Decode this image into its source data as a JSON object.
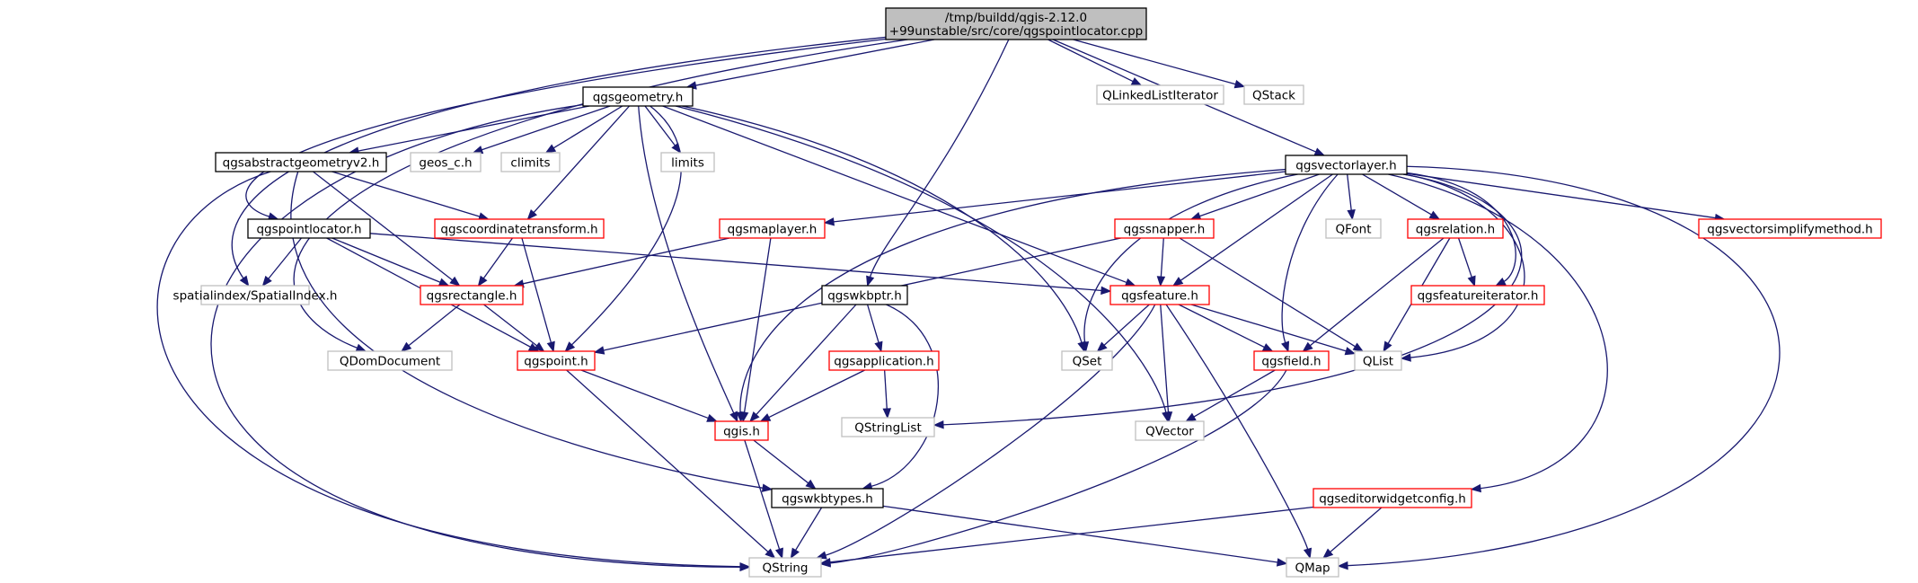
{
  "colors": {
    "root_fill": "#bfbfbf",
    "root_border": "#000000",
    "documented_border": "#000000",
    "incomplete_border": "#ff0000",
    "external_border": "#bfbfbf",
    "edge": "#191970"
  },
  "nodes": {
    "root": {
      "lines": [
        "/tmp/buildd/qgis-2.12.0",
        "+99unstable/src/core/qgspointlocator.cpp"
      ],
      "kind": "root"
    },
    "qgsgeometry": {
      "lines": [
        "qgsgeometry.h"
      ],
      "kind": "documented"
    },
    "qlinkedlistiterator": {
      "lines": [
        "QLinkedListIterator"
      ],
      "kind": "external"
    },
    "qstack": {
      "lines": [
        "QStack"
      ],
      "kind": "external"
    },
    "qgsvectorlayer": {
      "lines": [
        "qgsvectorlayer.h"
      ],
      "kind": "documented"
    },
    "qgsabstractgeometryv2": {
      "lines": [
        "qgsabstractgeometryv2.h"
      ],
      "kind": "documented"
    },
    "geos_c": {
      "lines": [
        "geos_c.h"
      ],
      "kind": "external"
    },
    "climits": {
      "lines": [
        "climits"
      ],
      "kind": "external"
    },
    "limits": {
      "lines": [
        "limits"
      ],
      "kind": "external"
    },
    "qgspointlocator": {
      "lines": [
        "qgspointlocator.h"
      ],
      "kind": "documented"
    },
    "qgscoordinatetransform": {
      "lines": [
        "qgscoordinatetransform.h"
      ],
      "kind": "incomplete"
    },
    "qgsmaplayer": {
      "lines": [
        "qgsmaplayer.h"
      ],
      "kind": "incomplete"
    },
    "qgssnapper": {
      "lines": [
        "qgssnapper.h"
      ],
      "kind": "incomplete"
    },
    "qfont": {
      "lines": [
        "QFont"
      ],
      "kind": "external"
    },
    "qgsrelation": {
      "lines": [
        "qgsrelation.h"
      ],
      "kind": "incomplete"
    },
    "qgsvectorsimplifymethod": {
      "lines": [
        "qgsvectorsimplifymethod.h"
      ],
      "kind": "incomplete"
    },
    "spatialindex": {
      "lines": [
        "spatialindex/SpatialIndex.h"
      ],
      "kind": "external"
    },
    "qgsrectangle": {
      "lines": [
        "qgsrectangle.h"
      ],
      "kind": "incomplete"
    },
    "qgswkbptr": {
      "lines": [
        "qgswkbptr.h"
      ],
      "kind": "documented"
    },
    "qgsfeature": {
      "lines": [
        "qgsfeature.h"
      ],
      "kind": "incomplete"
    },
    "qgsfeatureiterator": {
      "lines": [
        "qgsfeatureiterator.h"
      ],
      "kind": "incomplete"
    },
    "qdomdocument": {
      "lines": [
        "QDomDocument"
      ],
      "kind": "external"
    },
    "qgspoint": {
      "lines": [
        "qgspoint.h"
      ],
      "kind": "incomplete"
    },
    "qgsapplication": {
      "lines": [
        "qgsapplication.h"
      ],
      "kind": "incomplete"
    },
    "qset": {
      "lines": [
        "QSet"
      ],
      "kind": "external"
    },
    "qgsfield": {
      "lines": [
        "qgsfield.h"
      ],
      "kind": "incomplete"
    },
    "qlist": {
      "lines": [
        "QList"
      ],
      "kind": "external"
    },
    "qstringlist": {
      "lines": [
        "QStringList"
      ],
      "kind": "external"
    },
    "qgis": {
      "lines": [
        "qgis.h"
      ],
      "kind": "incomplete"
    },
    "qvector": {
      "lines": [
        "QVector"
      ],
      "kind": "external"
    },
    "qgswkbtypes": {
      "lines": [
        "qgswkbtypes.h"
      ],
      "kind": "documented"
    },
    "qgseditorwidgetconfig": {
      "lines": [
        "qgseditorwidgetconfig.h"
      ],
      "kind": "incomplete"
    },
    "qstring": {
      "lines": [
        "QString"
      ],
      "kind": "external"
    },
    "qmap": {
      "lines": [
        "QMap"
      ],
      "kind": "external"
    }
  },
  "edges": [
    [
      "root",
      "qgsgeometry"
    ],
    [
      "root",
      "qlinkedlistiterator"
    ],
    [
      "root",
      "qstack"
    ],
    [
      "root",
      "qgsvectorlayer"
    ],
    [
      "root",
      "qgspointlocator"
    ],
    [
      "root",
      "spatialindex"
    ],
    [
      "root",
      "qgswkbptr"
    ],
    [
      "root",
      "qdomdocument"
    ],
    [
      "qgsgeometry",
      "qgsabstractgeometryv2"
    ],
    [
      "qgsgeometry",
      "geos_c"
    ],
    [
      "qgsgeometry",
      "climits"
    ],
    [
      "qgsgeometry",
      "limits"
    ],
    [
      "qgsgeometry",
      "qgscoordinatetransform"
    ],
    [
      "qgsgeometry",
      "qgspoint"
    ],
    [
      "qgsgeometry",
      "qgis"
    ],
    [
      "qgsgeometry",
      "qgsfeature"
    ],
    [
      "qgsgeometry",
      "qset"
    ],
    [
      "qgsgeometry",
      "qvector"
    ],
    [
      "qgsgeometry",
      "qstring"
    ],
    [
      "qgsabstractgeometryv2",
      "qgscoordinatetransform"
    ],
    [
      "qgsabstractgeometryv2",
      "qgsrectangle"
    ],
    [
      "qgsabstractgeometryv2",
      "qgswkbtypes"
    ],
    [
      "qgsabstractgeometryv2",
      "qstring"
    ],
    [
      "qgspointlocator",
      "spatialindex"
    ],
    [
      "qgspointlocator",
      "qgsrectangle"
    ],
    [
      "qgspointlocator",
      "qgspoint"
    ],
    [
      "qgspointlocator",
      "qgsfeature"
    ],
    [
      "qgscoordinatetransform",
      "qgsrectangle"
    ],
    [
      "qgscoordinatetransform",
      "qgspoint"
    ],
    [
      "qgsrectangle",
      "qdomdocument"
    ],
    [
      "qgsrectangle",
      "qgspoint"
    ],
    [
      "qgspoint",
      "qgis"
    ],
    [
      "qgspoint",
      "qstring"
    ],
    [
      "qgsvectorlayer",
      "qgsmaplayer"
    ],
    [
      "qgsvectorlayer",
      "qgssnapper"
    ],
    [
      "qgsvectorlayer",
      "qfont"
    ],
    [
      "qgsvectorlayer",
      "qgsrelation"
    ],
    [
      "qgsvectorlayer",
      "qgsvectorsimplifymethod"
    ],
    [
      "qgsvectorlayer",
      "qgsfeature"
    ],
    [
      "qgsvectorlayer",
      "qgsfeatureiterator"
    ],
    [
      "qgsvectorlayer",
      "qgsfield"
    ],
    [
      "qgsvectorlayer",
      "qlist"
    ],
    [
      "qgsvectorlayer",
      "qset"
    ],
    [
      "qgsvectorlayer",
      "qgis"
    ],
    [
      "qgsvectorlayer",
      "qstringlist"
    ],
    [
      "qgsvectorlayer",
      "qgseditorwidgetconfig"
    ],
    [
      "qgsvectorlayer",
      "qmap"
    ],
    [
      "qgsmaplayer",
      "qgsrectangle"
    ],
    [
      "qgsmaplayer",
      "qgis"
    ],
    [
      "qgssnapper",
      "qgsfeature"
    ],
    [
      "qgssnapper",
      "qgspoint"
    ],
    [
      "qgssnapper",
      "qlist"
    ],
    [
      "qgsrelation",
      "qgsfeatureiterator"
    ],
    [
      "qgsrelation",
      "qgsfield"
    ],
    [
      "qgsrelation",
      "qlist"
    ],
    [
      "qgsfeature",
      "qset"
    ],
    [
      "qgsfeature",
      "qlist"
    ],
    [
      "qgsfeature",
      "qgsfield"
    ],
    [
      "qgsfeature",
      "qvector"
    ],
    [
      "qgsfeature",
      "qmap"
    ],
    [
      "qgsfeature",
      "qstring"
    ],
    [
      "qgsfield",
      "qvector"
    ],
    [
      "qgsfield",
      "qstring"
    ],
    [
      "qgswkbptr",
      "qgsapplication"
    ],
    [
      "qgswkbptr",
      "qgis"
    ],
    [
      "qgswkbptr",
      "qgswkbtypes"
    ],
    [
      "qgsapplication",
      "qgis"
    ],
    [
      "qgsapplication",
      "qstringlist"
    ],
    [
      "qgis",
      "qgswkbtypes"
    ],
    [
      "qgis",
      "qstring"
    ],
    [
      "qgswkbtypes",
      "qstring"
    ],
    [
      "qgswkbtypes",
      "qmap"
    ],
    [
      "qgseditorwidgetconfig",
      "qstring"
    ],
    [
      "qgseditorwidgetconfig",
      "qmap"
    ]
  ]
}
